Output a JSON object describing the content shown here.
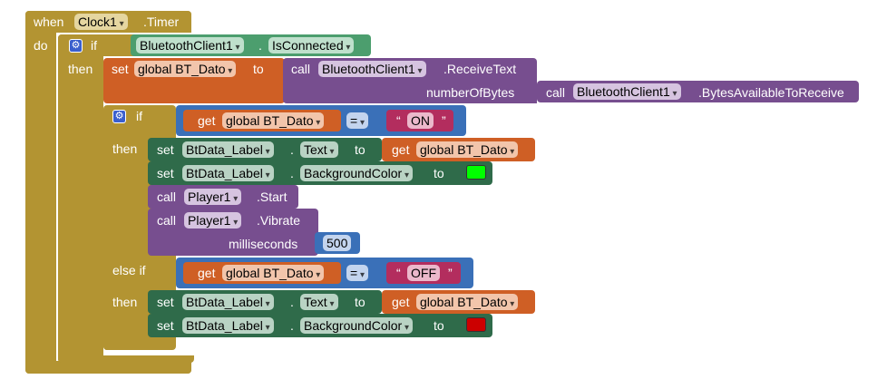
{
  "colors": {
    "control": "#b39432",
    "control_dark": "#8c7224",
    "bluetooth": "#4c9e6e",
    "text_string": "#b32d5e",
    "global_var": "#cf5f25",
    "component_get": "#2f6b4a",
    "math": "#3a70b8",
    "procedure_call": "#774e8f",
    "color_green": "#00ff00",
    "color_red": "#cc0000"
  },
  "event": {
    "when": "when",
    "component": "Clock1",
    "event_name": ".Timer",
    "do": "do"
  },
  "outer_if": {
    "if": "if",
    "then": "then",
    "condition": {
      "component": "BluetoothClient1",
      "dot": ".",
      "property": "IsConnected"
    }
  },
  "set_bt_dato": {
    "set": "set",
    "var": "global BT_Dato",
    "to": "to",
    "call": "call",
    "component": "BluetoothClient1",
    "method": ".ReceiveText",
    "param": "numberOfBytes",
    "arg_call": "call",
    "arg_component": "BluetoothClient1",
    "arg_method": ".BytesAvailableToReceive"
  },
  "inner_if": {
    "if": "if",
    "then": "then",
    "else_if": "else if",
    "then2": "then",
    "cond1": {
      "get": "get",
      "var": "global BT_Dato",
      "op": "=",
      "open_quote": "“",
      "value": "ON",
      "close_quote": "”"
    },
    "cond2": {
      "get": "get",
      "var": "global BT_Dato",
      "op": "=",
      "open_quote": "“",
      "value": "OFF",
      "close_quote": "”"
    }
  },
  "then_block_1": {
    "set_text": {
      "set": "set",
      "component": "BtData_Label",
      "dot": ".",
      "property": "Text",
      "to": "to",
      "get": "get",
      "var": "global BT_Dato"
    },
    "set_bg": {
      "set": "set",
      "component": "BtData_Label",
      "dot": ".",
      "property": "BackgroundColor",
      "to": "to"
    },
    "call_start": {
      "call": "call",
      "component": "Player1",
      "method": ".Start"
    },
    "call_vibrate": {
      "call": "call",
      "component": "Player1",
      "method": ".Vibrate",
      "param": "milliseconds",
      "value": "500"
    }
  },
  "then_block_2": {
    "set_text": {
      "set": "set",
      "component": "BtData_Label",
      "dot": ".",
      "property": "Text",
      "to": "to",
      "get": "get",
      "var": "global BT_Dato"
    },
    "set_bg": {
      "set": "set",
      "component": "BtData_Label",
      "dot": ".",
      "property": "BackgroundColor",
      "to": "to"
    }
  }
}
